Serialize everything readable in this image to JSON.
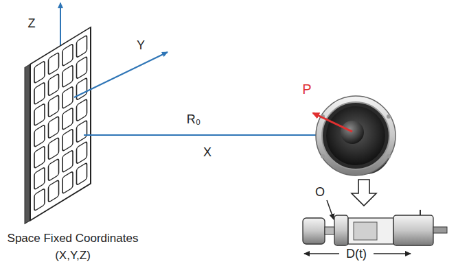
{
  "diagram": {
    "labels": [
      "Z",
      "Y",
      "R₀",
      "X",
      "P",
      "O",
      "D(t)",
      "Space Fixed Coordinates",
      "(X,Y,Z)"
    ]
  }
}
